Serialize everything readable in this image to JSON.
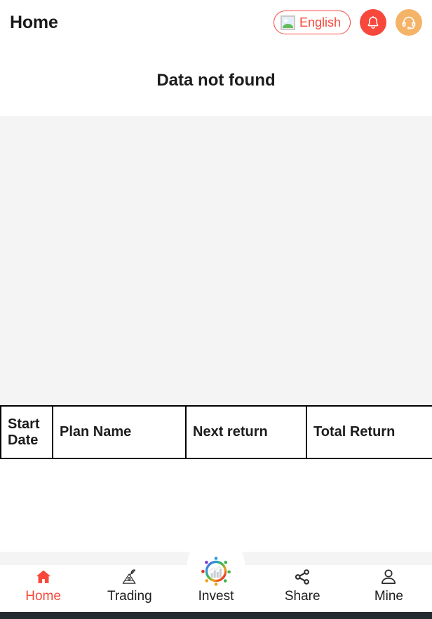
{
  "header": {
    "title": "Home",
    "language": {
      "label": "English",
      "icon": "image-placeholder-icon",
      "border_color": "#f7483b",
      "text_color": "#f7483b"
    },
    "notification": {
      "icon": "bell-icon",
      "color": "#f7483b"
    },
    "support": {
      "icon": "headset-icon",
      "color": "#f5b368"
    }
  },
  "main": {
    "empty_message": "Data not found",
    "panel_color": "#f4f4f4"
  },
  "table": {
    "columns": [
      {
        "label": "Start Date"
      },
      {
        "label": "Plan Name"
      },
      {
        "label": "Next return"
      },
      {
        "label": "Total Return"
      }
    ],
    "rows": [],
    "border_color": "#000000"
  },
  "bottom_nav": {
    "active_color": "#f7483b",
    "inactive_color": "#1c1c1c",
    "items": [
      {
        "label": "Home",
        "icon": "home-icon",
        "active": true
      },
      {
        "label": "Trading",
        "icon": "mining-icon",
        "active": false
      },
      {
        "label": "Invest",
        "icon": "invest-ring-icon",
        "active": false
      },
      {
        "label": "Share",
        "icon": "share-icon",
        "active": false
      },
      {
        "label": "Mine",
        "icon": "user-icon",
        "active": false
      }
    ]
  }
}
